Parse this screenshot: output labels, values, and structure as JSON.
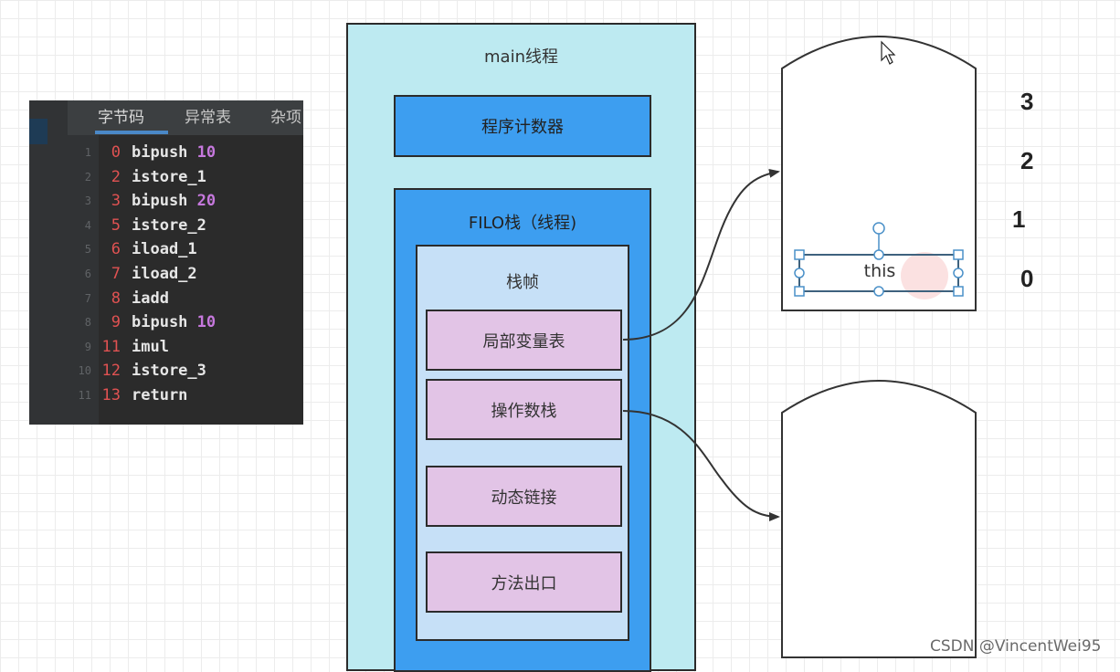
{
  "bytecode_panel": {
    "tabs": [
      "字节码",
      "异常表",
      "杂项"
    ],
    "active_tab": "字节码",
    "lines": [
      {
        "line": "1",
        "offset": "0",
        "op": "bipush",
        "arg": "10"
      },
      {
        "line": "2",
        "offset": "2",
        "op": "istore_1",
        "arg": ""
      },
      {
        "line": "3",
        "offset": "3",
        "op": "bipush",
        "arg": "20"
      },
      {
        "line": "4",
        "offset": "5",
        "op": "istore_2",
        "arg": ""
      },
      {
        "line": "5",
        "offset": "6",
        "op": "iload_1",
        "arg": ""
      },
      {
        "line": "6",
        "offset": "7",
        "op": "iload_2",
        "arg": ""
      },
      {
        "line": "7",
        "offset": "8",
        "op": "iadd",
        "arg": ""
      },
      {
        "line": "8",
        "offset": "9",
        "op": "bipush",
        "arg": "10"
      },
      {
        "line": "9",
        "offset": "11",
        "op": "imul",
        "arg": ""
      },
      {
        "line": "10",
        "offset": "12",
        "op": "istore_3",
        "arg": ""
      },
      {
        "line": "11",
        "offset": "13",
        "op": "return",
        "arg": ""
      }
    ]
  },
  "thread": {
    "title": "main线程",
    "program_counter": "程序计数器",
    "stack_title": "FILO栈（线程)",
    "frame": {
      "title": "栈帧",
      "parts": [
        "局部变量表",
        "操作数栈",
        "动态链接",
        "方法出口"
      ]
    }
  },
  "local_vars": {
    "slot_labels": [
      "3",
      "2",
      "1",
      "0"
    ],
    "this_label": "this"
  },
  "watermark": "CSDN @VincentWei95",
  "colors": {
    "thread_fill": "#bdeaf1",
    "stack_fill": "#3d9ef0",
    "frame_fill": "#c6e0f7",
    "part_fill": "#e2c4e6",
    "selection": "#4a90c8"
  }
}
